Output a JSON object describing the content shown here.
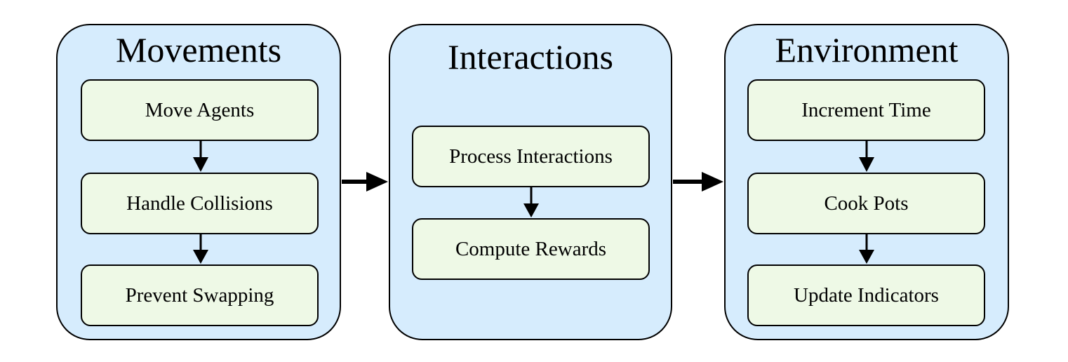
{
  "groups": [
    {
      "title": "Movements",
      "steps": [
        "Move Agents",
        "Handle Collisions",
        "Prevent Swapping"
      ]
    },
    {
      "title": "Interactions",
      "steps": [
        "Process Interactions",
        "Compute Rewards"
      ]
    },
    {
      "title": "Environment",
      "steps": [
        "Increment Time",
        "Cook Pots",
        "Update Indicators"
      ]
    }
  ],
  "colors": {
    "group_fill": "#d6ecfd",
    "step_fill": "#eef9e6",
    "stroke": "#000000"
  }
}
